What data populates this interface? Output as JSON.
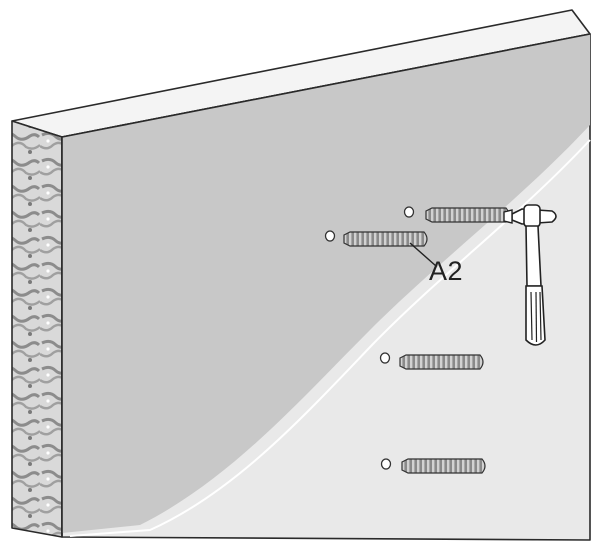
{
  "diagram": {
    "callout_label": "A2",
    "parts": {
      "wall": "wall-panel",
      "anchor": "wall-plug-anchor",
      "tool": "hammer-icon"
    },
    "colors": {
      "wall_face": "#c8c8c8",
      "wall_light": "#e9e9e9",
      "outline": "#2a2a2a",
      "anchor": "#9a9a9a"
    },
    "anchor_count": 4
  }
}
